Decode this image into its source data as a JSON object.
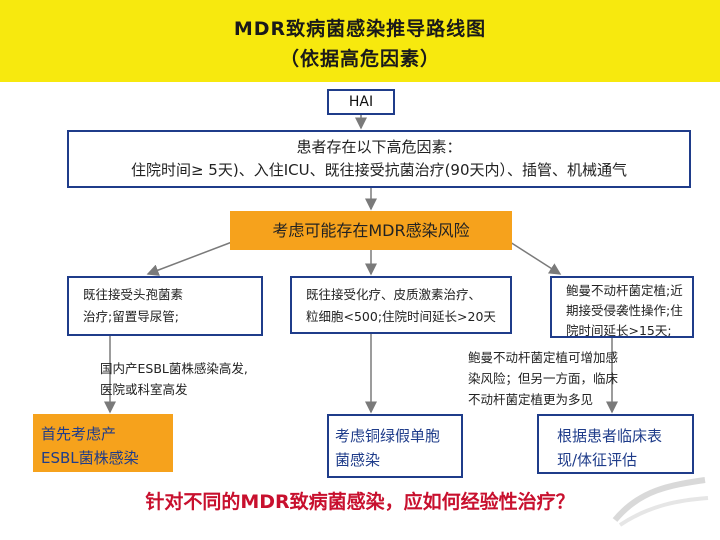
{
  "header": {
    "title_line1": "MDR致病菌感染推导路线图",
    "title_line2": "（依据高危因素）"
  },
  "flow": {
    "start": "HAI",
    "risk_factors_line1": "患者存在以下高危因素：",
    "risk_factors_line2": "住院时间≥ 5天)、入住ICU、既往接受抗菌治疗(90天内）、插管、机械通气",
    "mdr_risk": "考虑可能存在MDR感染风险",
    "branch_left_line1": "既往接受头孢菌素",
    "branch_left_line2": "治疗;留置导尿管;",
    "branch_mid_line1": "既往接受化疗、皮质激素治疗、",
    "branch_mid_line2": "粒细胞<500;住院时间延长>20天",
    "branch_right_line1": "鲍曼不动杆菌定植;近",
    "branch_right_line2": "期接受侵袭性操作;住",
    "branch_right_line3": "院时间延长>15天;",
    "note_left_line1": "国内产ESBL菌株感染高发,",
    "note_left_line2": "医院或科室高发",
    "note_right_line1": "鲍曼不动杆菌定植可增加感",
    "note_right_line2": "染风险；但另一方面，临床",
    "note_right_line3": "不动杆菌定植更为多见",
    "result_left_line1": "首先考虑产",
    "result_left_line2": "ESBL菌株感染",
    "result_mid_line1": "考虑铜绿假单胞",
    "result_mid_line2": "菌感染",
    "result_right_line1": "根据患者临床表",
    "result_right_line2": "现/体征评估"
  },
  "question": "针对不同的MDR致病菌感染，应如何经验性治疗？",
  "colors": {
    "header_bg": "#f7e90e",
    "accent_orange": "#f6a21c",
    "box_border": "#1f3c8a",
    "arrow": "#7a7a7a",
    "question": "#c8102e"
  }
}
